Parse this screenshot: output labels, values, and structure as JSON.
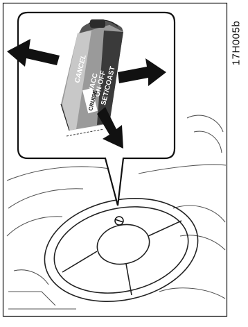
{
  "figure": {
    "code": "17H005b"
  },
  "lever_labels": {
    "cancel": "CANCEL",
    "res_acc": "RES/ACC",
    "cruise": "CRUISE",
    "on_off": "ON-OFF",
    "set_coast": "SET/COAST"
  },
  "colors": {
    "line": "#111111",
    "shade": "#666666",
    "lever_dark": "#3a3a3a",
    "lever_light": "#d8d8d8"
  }
}
